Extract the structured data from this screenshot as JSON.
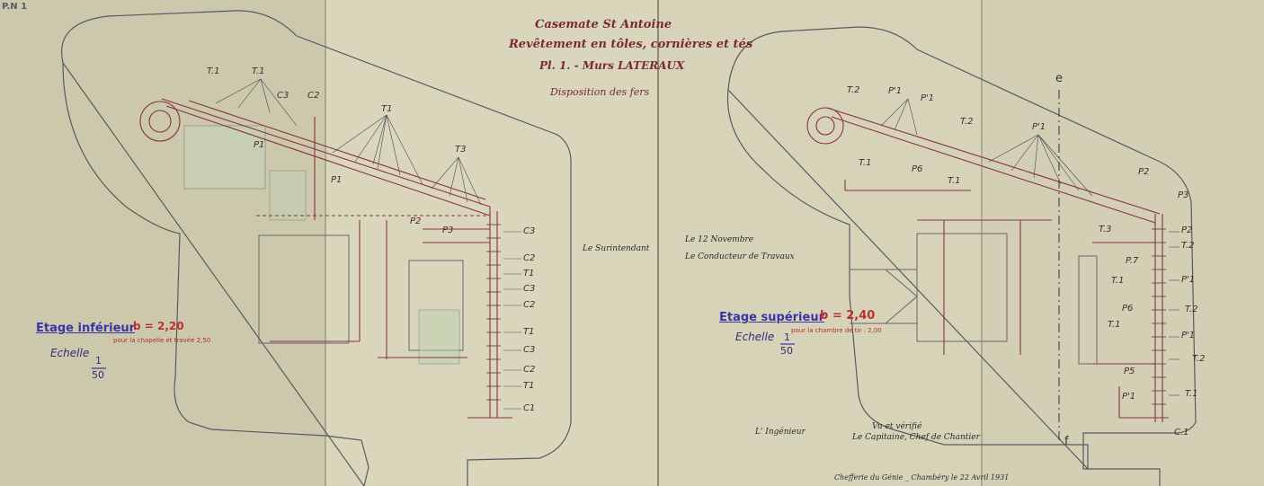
{
  "title": {
    "line1": "Casemate St Antoine",
    "line2": "Revêtement en tôles, cornières et tés",
    "line3": "Pl. 1. - Murs LATERAUX",
    "line4": "Disposition des fers"
  },
  "left": {
    "level_label": "Etage inférieur",
    "level_value": "b = 2,20",
    "level_note": "pour la chapelle et travée 2,50",
    "scale_label": "Echelle",
    "scale_num": "1",
    "scale_den": "50",
    "labels": [
      "T.1",
      "T.1",
      "C3",
      "C2",
      "P1",
      "T1",
      "P1",
      "T3",
      "P2",
      "P3",
      "C3",
      "C2",
      "T1",
      "C3",
      "C2",
      "T1",
      "C3",
      "C2",
      "T1",
      "C1"
    ]
  },
  "right": {
    "level_label": "Etage supérieur",
    "level_value": "b = 2,40",
    "level_note": "pour la chambre de tir : 2,00",
    "scale_label": "Echelle",
    "scale_num": "1",
    "scale_den": "50",
    "labels": [
      "T.2",
      "P'1",
      "P'1",
      "T.2",
      "P6",
      "T.1",
      "T.1",
      "P'1",
      "P2",
      "P3",
      "P2",
      "T.2",
      "T.3",
      "P.7",
      "T.1",
      "P'1",
      "P6",
      "T.2",
      "T.1",
      "P'1",
      "T.2",
      "P5",
      "P'1",
      "T.1",
      "C.1",
      "e",
      "f"
    ]
  },
  "notes": {
    "date_line": "Le 12 Novembre",
    "conductor": "Le Conducteur de Travaux",
    "engineer": "L' Ingénieur",
    "verified": "Vu et vérifié",
    "captain": "Le Capitaine, Chef de Chantier",
    "footer": "Chefferie du Génie _ Chambéry le 22 Avril 1931",
    "side_note": "Le Surintendant",
    "corner": "P.N 1"
  },
  "colors": {
    "paper": "#d8d4b8",
    "ink_red": "#8a3340",
    "ink_blue": "#3a34a8",
    "pencil": "#55515a"
  }
}
